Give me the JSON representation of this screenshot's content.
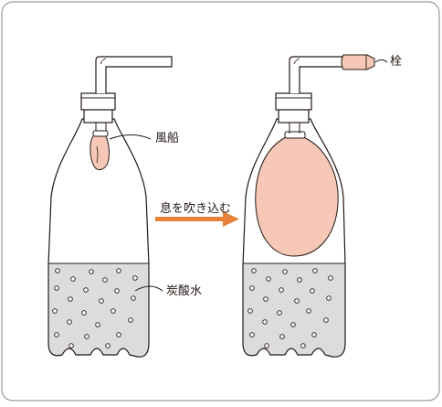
{
  "labels": {
    "balloon": "風船",
    "carbonated_water": "炭酸水",
    "action": "息を吹き込む",
    "stopper": "栓"
  },
  "colors": {
    "outline": "#231815",
    "water": "#dcdcdc",
    "balloon": "#f7c8b8",
    "arrow": "#e8823a",
    "frame": "#9a9a9a"
  }
}
